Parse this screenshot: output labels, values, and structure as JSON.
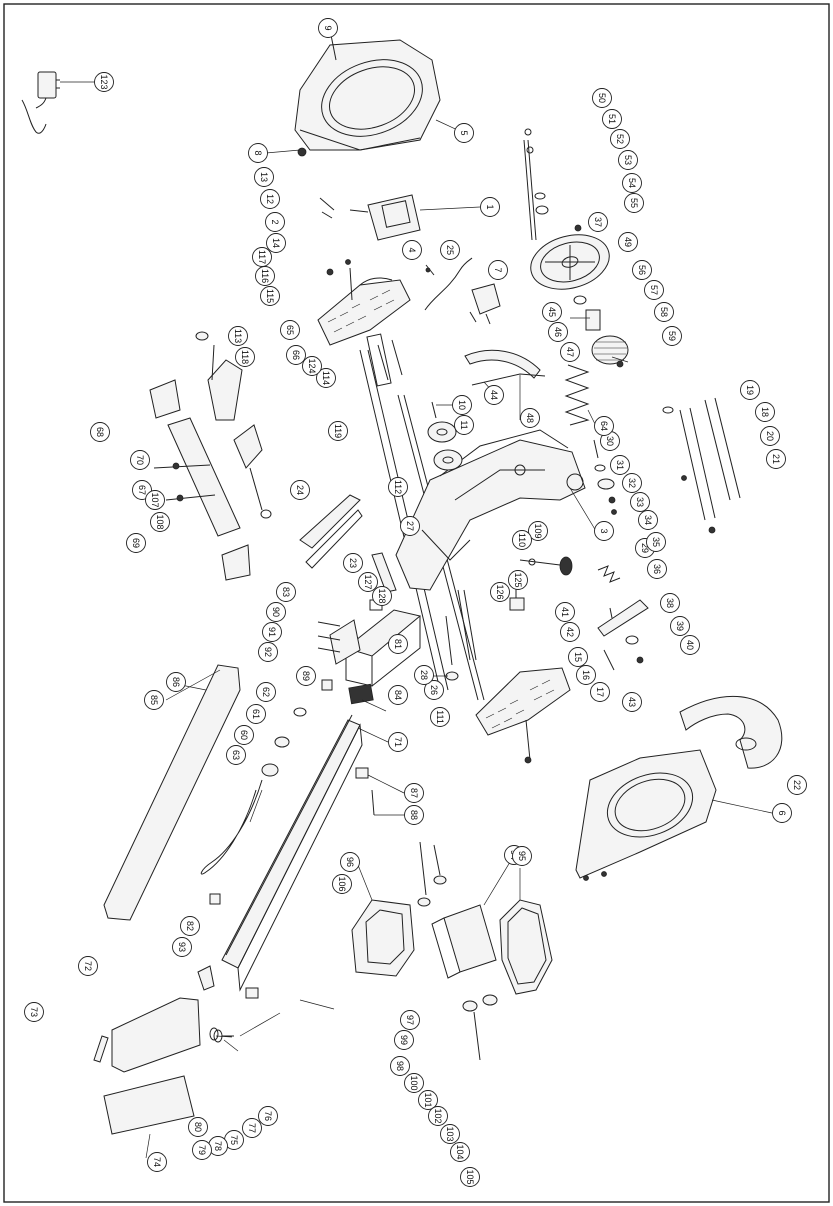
{
  "diagram": {
    "type": "exploded-parts-diagram",
    "labels": [
      "1",
      "2",
      "3",
      "4",
      "5",
      "6",
      "7",
      "8",
      "9",
      "10",
      "11",
      "12",
      "13",
      "14",
      "15",
      "16",
      "17",
      "18",
      "19",
      "20",
      "21",
      "22",
      "23",
      "24",
      "25",
      "26",
      "27",
      "28",
      "29",
      "30",
      "31",
      "32",
      "33",
      "34",
      "35",
      "36",
      "37",
      "38",
      "39",
      "40",
      "41",
      "42",
      "43",
      "44",
      "45",
      "46",
      "47",
      "48",
      "49",
      "50",
      "51",
      "52",
      "53",
      "54",
      "55",
      "56",
      "57",
      "58",
      "59",
      "60",
      "61",
      "62",
      "63",
      "64",
      "65",
      "66",
      "67",
      "68",
      "69",
      "70",
      "71",
      "72",
      "73",
      "74",
      "75",
      "76",
      "77",
      "78",
      "79",
      "80",
      "81",
      "82",
      "83",
      "84",
      "85",
      "86",
      "87",
      "88",
      "89",
      "90",
      "91",
      "92",
      "93",
      "94",
      "95",
      "96",
      "97",
      "98",
      "99",
      "100",
      "101",
      "102",
      "103",
      "104",
      "105",
      "106",
      "107",
      "108",
      "109",
      "110",
      "111",
      "112",
      "113",
      "114",
      "115",
      "116",
      "117",
      "118",
      "119",
      "123",
      "124",
      "125",
      "126",
      "127",
      "128"
    ]
  }
}
